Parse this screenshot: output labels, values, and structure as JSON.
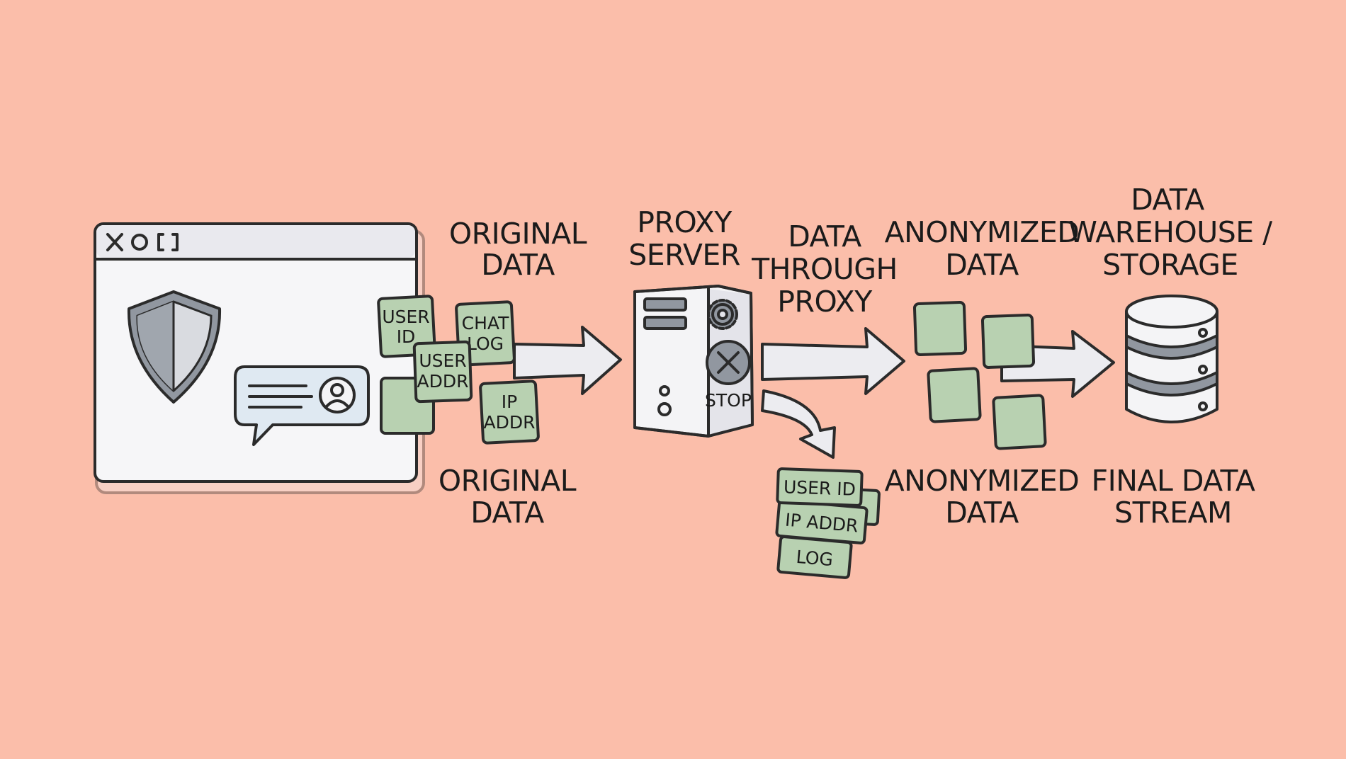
{
  "colors": {
    "background": "#fbbeaa",
    "card_fill": "#b8d1b1",
    "panel_fill": "#f4f4f6",
    "arrow_fill": "#ececf0",
    "ink": "#2b2b2b",
    "shield_dark": "#9197a0"
  },
  "window": {
    "controls_label": "X O [ ]",
    "icons": [
      "close-icon",
      "circle-icon",
      "maximize-icon",
      "shield-icon",
      "chat-bubble-icon",
      "user-avatar-icon"
    ]
  },
  "labels": {
    "original_data_top": [
      "ORIGINAL",
      "DATA"
    ],
    "original_data_bottom": [
      "ORIGINAL",
      "DATA"
    ],
    "proxy_server": [
      "PROXY",
      "SERVER"
    ],
    "data_through_proxy": [
      "DATA",
      "THROUGH",
      "PROXY"
    ],
    "anonymized_top": [
      "ANONYMIZED",
      "DATA"
    ],
    "anonymized_bottom": [
      "ANONYMIZED",
      "DATA"
    ],
    "warehouse": [
      "DATA",
      "WAREHOUSE /",
      "STORAGE"
    ],
    "final_stream": [
      "FINAL DATA",
      "STREAM"
    ]
  },
  "original_cards": {
    "user_id": [
      "USER",
      "ID"
    ],
    "user_addr": [
      "USER",
      "ADDR"
    ],
    "chat_log": [
      "CHAT",
      "LOG"
    ],
    "ip_addr": [
      "IP",
      "ADDR"
    ]
  },
  "server": {
    "stop_label": "STOP",
    "icons": [
      "gear-icon",
      "stop-x-icon"
    ]
  },
  "stripped_cards": [
    "USER ID",
    "IP ADDR",
    "LOG"
  ]
}
